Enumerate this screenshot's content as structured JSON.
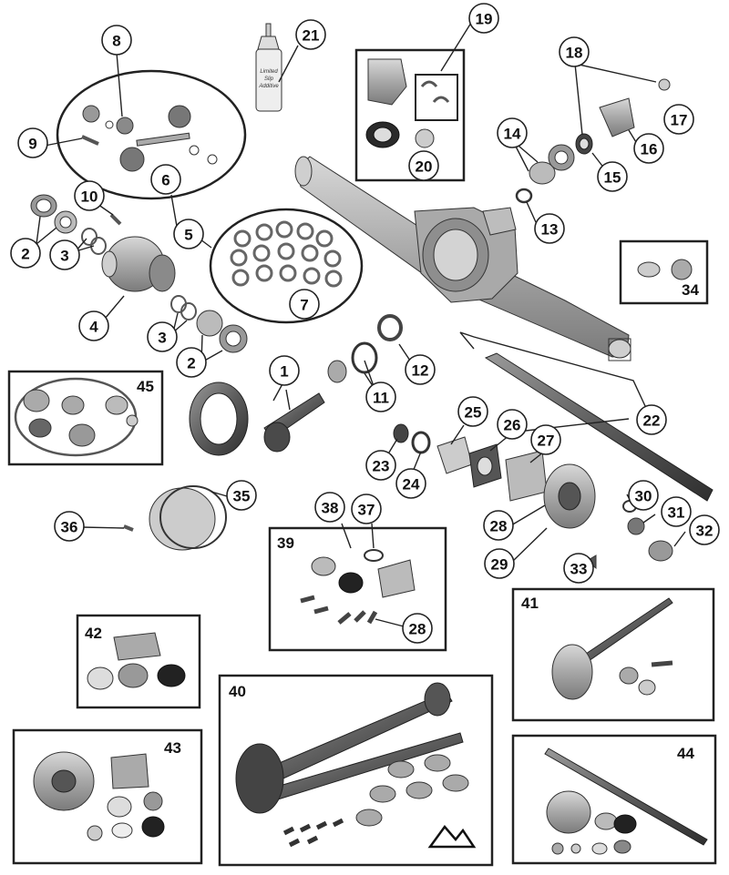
{
  "callouts": [
    "1",
    "2",
    "2",
    "3",
    "3",
    "4",
    "5",
    "6",
    "7",
    "8",
    "9",
    "10",
    "11",
    "12",
    "13",
    "14",
    "15",
    "16",
    "17",
    "18",
    "19",
    "20",
    "21",
    "22",
    "23",
    "24",
    "25",
    "26",
    "27",
    "28",
    "28",
    "29",
    "30",
    "31",
    "32",
    "33",
    "35",
    "36",
    "37",
    "38"
  ],
  "kits": [
    "39",
    "40",
    "41",
    "42",
    "43",
    "44",
    "45",
    "34"
  ],
  "bottle_label": [
    "Limited",
    "Slip",
    "Additive"
  ],
  "colors": {
    "outline": "#222222",
    "metal": "#b9b9b9",
    "dark_metal": "#5a5a5a",
    "light_metal": "#e2e2e2"
  }
}
